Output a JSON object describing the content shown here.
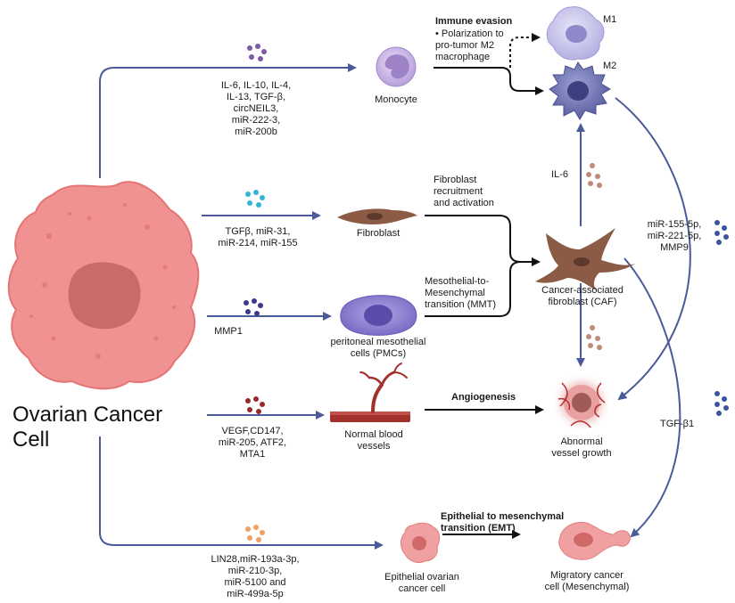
{
  "main_cell": {
    "label": "Ovarian Cancer Cell"
  },
  "monocyte_path": {
    "factors": "IL-6, IL-10, IL-4,\nIL-13, TGF-β,\ncircNEIL3,\nmiR-222-3,\nmiR-200b",
    "target": "Monocyte",
    "effect_title": "Immune evasion",
    "effect_text": "• Polarization to\npro-tumor M2\nmacrophage",
    "m1": "M1",
    "m2": "M2"
  },
  "fibroblast_path": {
    "factors": "TGFβ, miR-31,\nmiR-214, miR-155",
    "target": "Fibroblast",
    "effect": "Fibroblast\nrecruitment\nand activation"
  },
  "pmc_path": {
    "factors": "MMP1",
    "target": "peritoneal mesothelial\ncells (PMCs)",
    "effect": "Mesothelial-to-\nMesenchymal\ntransition (MMT)"
  },
  "caf": {
    "label": "Cancer-associated\nfibroblast (CAF)",
    "il6": "IL-6",
    "mirs": "miR-155-5p,\nmiR-221-5p,\nMMP9",
    "tgf": "TGF-β1"
  },
  "vessel_path": {
    "factors": "VEGF,CD147,\nmiR-205, ATF2,\nMTA1",
    "target": "Normal blood\nvessels",
    "effect": "Angiogenesis",
    "outcome": "Abnormal\nvessel growth"
  },
  "emt_path": {
    "factors": "LIN28,miR-193a-3p,\nmiR-210-3p,\nmiR-5100 and\nmiR-499a-5p",
    "target": "Epithelial ovarian\ncancer cell",
    "effect": "Epithelial to mesenchymal\ntransition (EMT)",
    "outcome": "Migratory cancer\ncell (Mesenchymal)"
  },
  "colors": {
    "arrow_blue": "#4a5a9a",
    "black": "#111111",
    "cancer_cell": "#f08c8c",
    "nucleus": "#c46a6a",
    "monocyte": "#c9b6e4",
    "macrophage_m1": "#c9c6ec",
    "macrophage_m2": "#6e72b3",
    "fibroblast": "#8a5a45",
    "pmc": "#8d7fd0",
    "vessel": "#a0302a",
    "dot_purple": "#7b5aa6",
    "dot_cyan": "#2fb6d6",
    "dot_navy": "#3a3a8a",
    "dot_red": "#9a2a2a",
    "dot_orange": "#f0a060",
    "dot_brown": "#c08a78",
    "dot_blue": "#3a55a0"
  }
}
